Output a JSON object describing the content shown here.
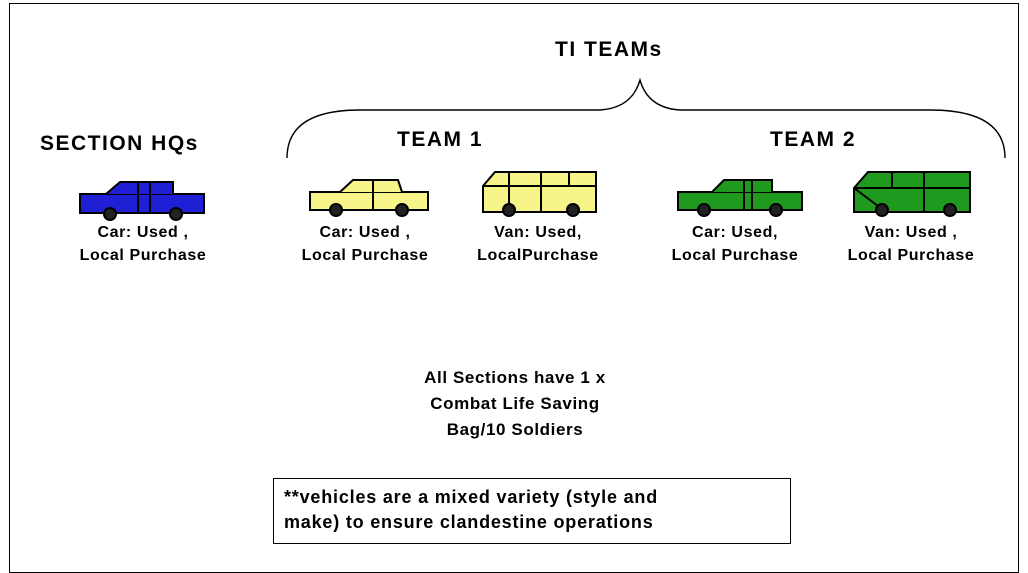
{
  "diagram": {
    "teams_heading": "TI TEAMs",
    "section_hq": {
      "title": "SECTION HQs",
      "vehicle": {
        "type": "truck",
        "color": "#1f1fd6",
        "lines": [
          "Car: Used ,",
          "Local Purchase"
        ]
      }
    },
    "teams": [
      {
        "title": "TEAM 1",
        "vehicles": [
          {
            "type": "truck",
            "color": "#f7f48a",
            "lines": [
              "Car: Used ,",
              "Local Purchase"
            ]
          },
          {
            "type": "van",
            "color": "#f7f48a",
            "lines": [
              "Van: Used,",
              "LocalPurchase"
            ]
          }
        ]
      },
      {
        "title": "TEAM 2",
        "vehicles": [
          {
            "type": "truck",
            "color": "#1f9a1f",
            "lines": [
              "Car: Used,",
              "Local Purchase"
            ]
          },
          {
            "type": "van",
            "color": "#1f9a1f",
            "lines": [
              "Van: Used ,",
              "Local Purchase"
            ]
          }
        ]
      }
    ],
    "footer_lines": [
      "All Sections have 1 x",
      "Combat Life Saving",
      "Bag/10 Soldiers"
    ],
    "note_lines": [
      "**vehicles are a mixed variety (style and",
      "make) to ensure clandestine operations"
    ]
  }
}
